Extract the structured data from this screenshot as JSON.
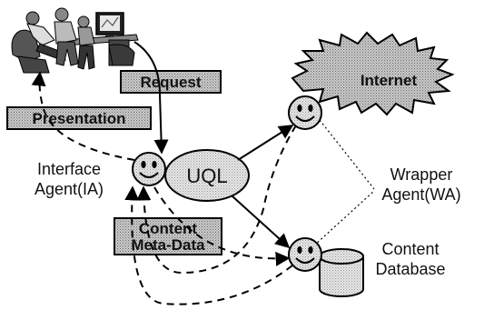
{
  "labels": {
    "request": "Request",
    "presentation": "Presentation",
    "internet": "Internet",
    "uql": "UQL",
    "interface_agent_line1": "Interface",
    "interface_agent_line2": "Agent(IA)",
    "wrapper_agent_line1": "Wrapper",
    "wrapper_agent_line2": "Agent(WA)",
    "content_metadata_line1": "Content",
    "content_metadata_line2": "Meta-Data",
    "content_database_line1": "Content",
    "content_database_line2": "Database"
  },
  "icons": {
    "users": "people-at-computer-icon",
    "agent": "smiley-agent-icon",
    "database": "database-cylinder-icon",
    "internet": "cloud-burst-icon"
  }
}
